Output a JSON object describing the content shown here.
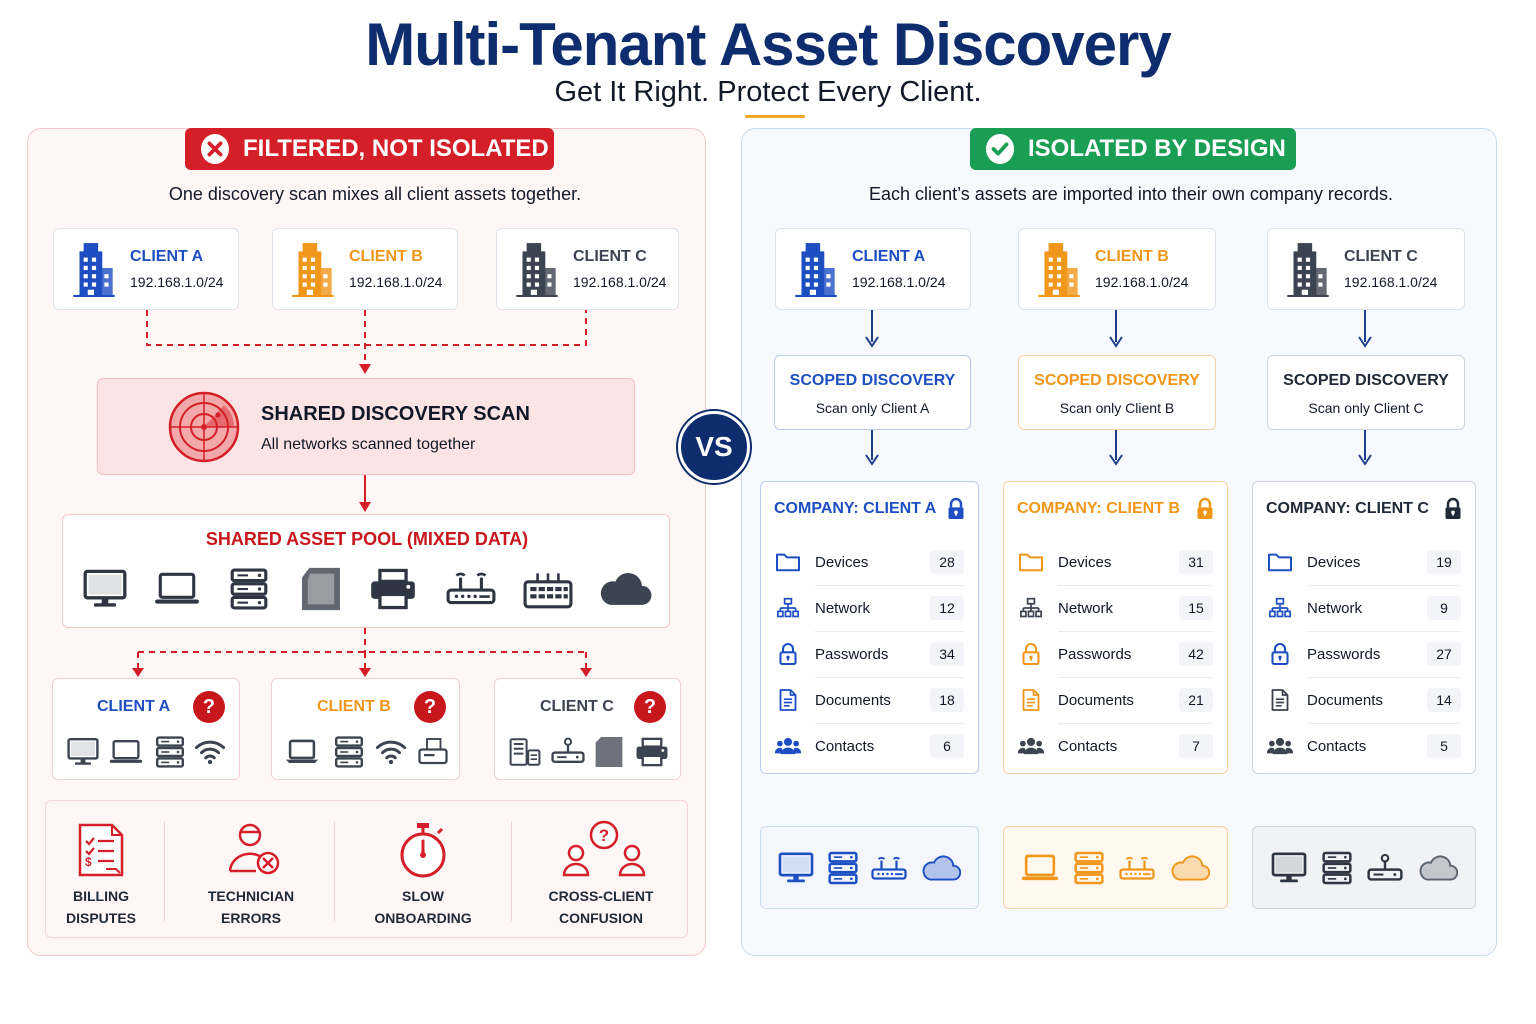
{
  "header": {
    "title": "Multi-Tenant Asset Discovery",
    "subtitle": "Get It Right. Protect Every Client."
  },
  "colors": {
    "navy": "#0d2d6e",
    "red": "#d41f28",
    "green": "#1a9e54",
    "client_a": "#1e4fc2",
    "client_b": "#f0961a",
    "client_c": "#3d4451"
  },
  "left": {
    "badge": "FILTERED, NOT ISOLATED",
    "description": "One discovery scan mixes all client assets together.",
    "clients": [
      {
        "name": "CLIENT A",
        "ip": "192.168.1.0/24"
      },
      {
        "name": "CLIENT B",
        "ip": "192.168.1.0/24"
      },
      {
        "name": "CLIENT C",
        "ip": "192.168.1.0/24"
      }
    ],
    "scan": {
      "title": "SHARED DISCOVERY SCAN",
      "subtitle": "All networks scanned together"
    },
    "pool": {
      "title": "SHARED ASSET POOL (MIXED DATA)",
      "icons": [
        "monitor-icon",
        "laptop-icon",
        "server-icon",
        "storage-icon",
        "printer-icon",
        "router-icon",
        "switch-icon",
        "cloud-icon"
      ]
    },
    "mixed": [
      {
        "name": "CLIENT A",
        "mark": "?"
      },
      {
        "name": "CLIENT B",
        "mark": "?"
      },
      {
        "name": "CLIENT C",
        "mark": "?"
      }
    ],
    "issues": [
      {
        "line1": "BILLING",
        "line2": "DISPUTES"
      },
      {
        "line1": "TECHNICIAN",
        "line2": "ERRORS"
      },
      {
        "line1": "SLOW",
        "line2": "ONBOARDING"
      },
      {
        "line1": "CROSS-CLIENT",
        "line2": "CONFUSION"
      }
    ]
  },
  "vs": "VS",
  "right": {
    "badge": "ISOLATED BY DESIGN",
    "description": "Each client’s assets are imported into their own company records.",
    "clients": [
      {
        "name": "CLIENT A",
        "ip": "192.168.1.0/24"
      },
      {
        "name": "CLIENT B",
        "ip": "192.168.1.0/24"
      },
      {
        "name": "CLIENT C",
        "ip": "192.168.1.0/24"
      }
    ],
    "scoped": [
      {
        "title": "SCOPED DISCOVERY",
        "subtitle": "Scan only Client A"
      },
      {
        "title": "SCOPED DISCOVERY",
        "subtitle": "Scan only Client B"
      },
      {
        "title": "SCOPED DISCOVERY",
        "subtitle": "Scan only Client C"
      }
    ],
    "companies": [
      {
        "title": "COMPANY: CLIENT A",
        "rows": [
          {
            "label": "Devices",
            "count": "28"
          },
          {
            "label": "Network",
            "count": "12"
          },
          {
            "label": "Passwords",
            "count": "34"
          },
          {
            "label": "Documents",
            "count": "18"
          },
          {
            "label": "Contacts",
            "count": "6"
          }
        ]
      },
      {
        "title": "COMPANY: CLIENT B",
        "rows": [
          {
            "label": "Devices",
            "count": "31"
          },
          {
            "label": "Network",
            "count": "15"
          },
          {
            "label": "Passwords",
            "count": "42"
          },
          {
            "label": "Documents",
            "count": "21"
          },
          {
            "label": "Contacts",
            "count": "7"
          }
        ]
      },
      {
        "title": "COMPANY: CLIENT C",
        "rows": [
          {
            "label": "Devices",
            "count": "19"
          },
          {
            "label": "Network",
            "count": "9"
          },
          {
            "label": "Passwords",
            "count": "27"
          },
          {
            "label": "Documents",
            "count": "14"
          },
          {
            "label": "Contacts",
            "count": "5"
          }
        ]
      }
    ]
  }
}
